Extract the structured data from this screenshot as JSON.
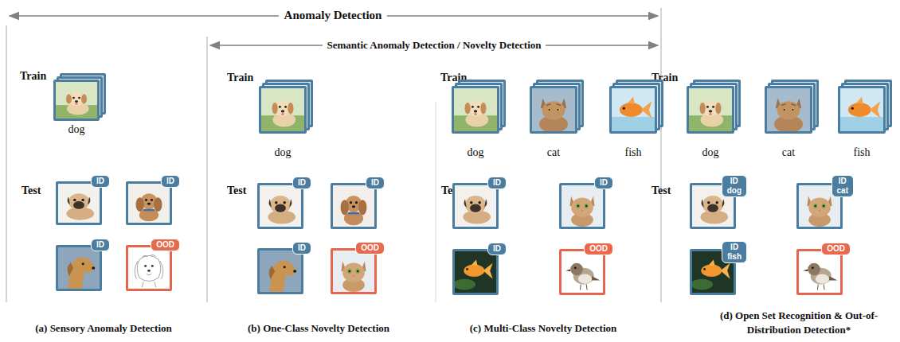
{
  "diagram": {
    "nodes": [
      {
        "text": [
          "dog"
        ]
      },
      {
        "text": [
          "ID"
        ]
      },
      {
        "text": [
          "ID"
        ]
      },
      {
        "text": [
          "ID"
        ]
      },
      {
        "text": [
          "OOD"
        ]
      },
      {
        "text": [
          "dog"
        ]
      },
      {
        "text": [
          "ID"
        ]
      },
      {
        "text": [
          "ID"
        ]
      },
      {
        "text": [
          "ID"
        ]
      },
      {
        "text": [
          "OOD"
        ]
      },
      {
        "text": [
          "dog"
        ]
      },
      {
        "text": [
          "cat"
        ]
      },
      {
        "text": [
          "fish"
        ]
      },
      {
        "text": [
          "ID"
        ]
      },
      {
        "text": [
          "ID"
        ]
      },
      {
        "text": [
          "ID"
        ]
      },
      {
        "text": [
          "OOD"
        ]
      },
      {
        "text": [
          "dog"
        ]
      },
      {
        "text": [
          "cat"
        ]
      },
      {
        "text": [
          "fish"
        ]
      },
      {
        "text": [
          "ID",
          "dog"
        ]
      },
      {
        "text": [
          "ID",
          "cat"
        ]
      },
      {
        "text": [
          "ID",
          "fish"
        ]
      },
      {
        "text": [
          "OOD"
        ]
      }
    ],
    "labels": [
      "Anomaly Detection",
      "Semantic Anomaly Detection / Novelty Detection",
      "Train",
      "Test",
      "Train",
      "Test",
      "Train",
      "Test",
      "Train",
      "Test",
      "(a) Sensory Anomaly Detection",
      "(b) One-Class Novelty Detection",
      "(c) Multi-Class Novelty Detection",
      "(d) Open Set Recognition & Out-of-Distribution Detection*"
    ]
  }
}
